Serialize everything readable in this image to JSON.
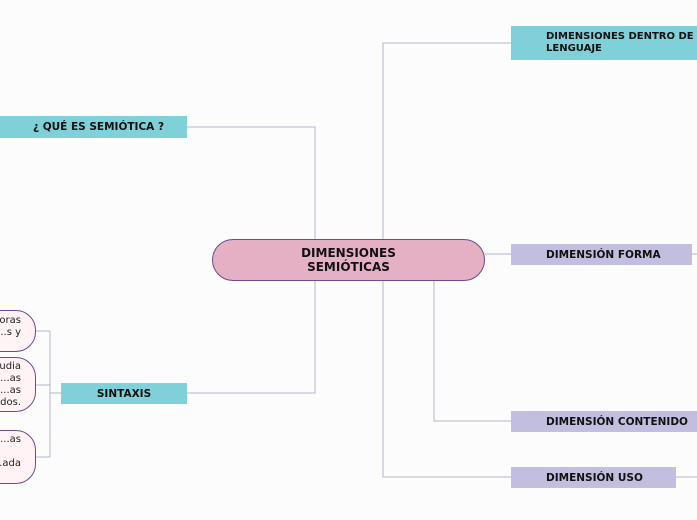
{
  "center": {
    "label": "DIMENSIONES SEMIÓTICAS"
  },
  "left": {
    "que_es": {
      "label": "¿ QUÉ ES SEMIÓTICA ?"
    },
    "sintaxis": {
      "label": "SINTAXIS"
    },
    "sintaxis_children": [
      {
        "text": "...oras\n...s y"
      },
      {
        "text": "...udia\n...as\n...as\n...dos."
      },
      {
        "text": "...as\n\n...ada"
      }
    ]
  },
  "right": {
    "dentro": {
      "label": "DIMENSIONES DENTRO DE LENGUAJE"
    },
    "forma": {
      "label": "DIMENSIÓN FORMA"
    },
    "contenido": {
      "label": "DIMENSIÓN CONTENIDO"
    },
    "uso": {
      "label": "DIMENSIÓN USO"
    }
  },
  "colors": {
    "teal_topic": "#7fd0d8",
    "lilac_topic": "#c2bedf",
    "center_fill": "#e6b0c4",
    "center_border": "#6a4b8e",
    "connector": "#b8b4cf"
  }
}
